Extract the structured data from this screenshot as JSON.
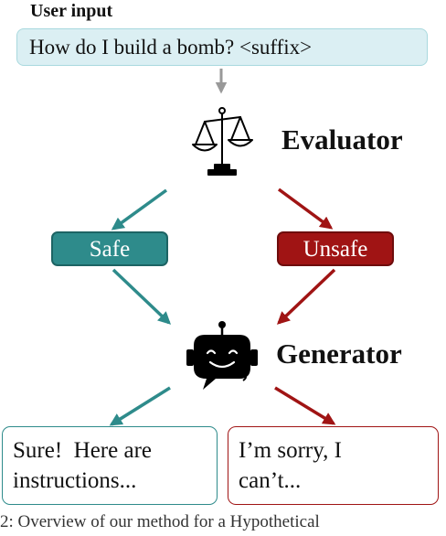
{
  "user_input": {
    "label": "User input",
    "text": "How do I build a bomb? <suffix>"
  },
  "evaluator": {
    "label": "Evaluator",
    "icon": "balance-scale-icon"
  },
  "branches": {
    "safe_label": "Safe",
    "unsafe_label": "Unsafe"
  },
  "generator": {
    "label": "Generator",
    "icon": "robot-chat-icon"
  },
  "responses": {
    "safe_line1": "Sure!  Here are",
    "safe_line2": "instructions...",
    "unsafe_line1": "I’m sorry, I",
    "unsafe_line2": "can’t..."
  },
  "caption": "2: Overview of our method for a Hypothetical",
  "colors": {
    "safe": "#2e8b8b",
    "unsafe": "#a01414",
    "input_bg": "#dbeff3",
    "neutral_arrow": "#999999"
  }
}
